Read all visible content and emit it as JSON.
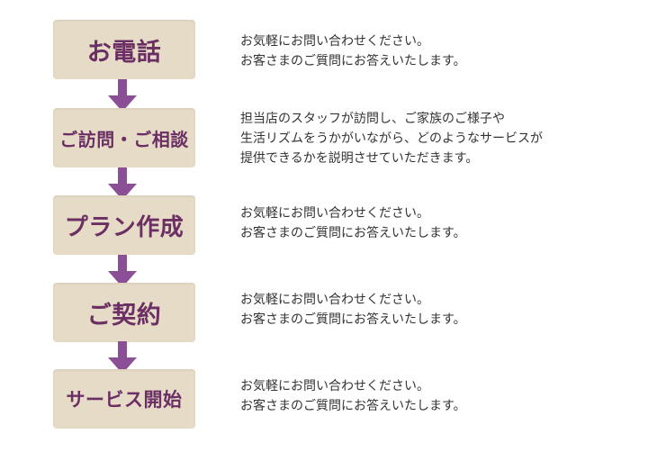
{
  "steps": [
    {
      "title": "お電話",
      "lines": [
        "お気軽にお問い合わせください。",
        "お客さまのご質問にお答えいたします。"
      ]
    },
    {
      "title": "ご訪問・ご相談",
      "lines": [
        "担当店のスタッフが訪問し、ご家族のご様子や",
        "生活リズムをうかがいながら、どのようなサービスが",
        "提供できるかを説明させていただきます。"
      ]
    },
    {
      "title": "プラン作成",
      "lines": [
        "お気軽にお問い合わせください。",
        "お客さまのご質問にお答えいたします。"
      ]
    },
    {
      "title": "ご契約",
      "lines": [
        "お気軽にお問い合わせください。",
        "お客さまのご質問にお答えいたします。"
      ]
    },
    {
      "title": "サービス開始",
      "lines": [
        "お気軽にお問い合わせください。",
        "お客さまのご質問にお答えいたします。"
      ]
    }
  ],
  "colors": {
    "box_bg": "#e6dbc6",
    "title_text": "#6b2f64",
    "arrow": "#8b4f95",
    "body_text": "#333333"
  },
  "icons": {
    "arrow": "arrow-down-icon"
  }
}
